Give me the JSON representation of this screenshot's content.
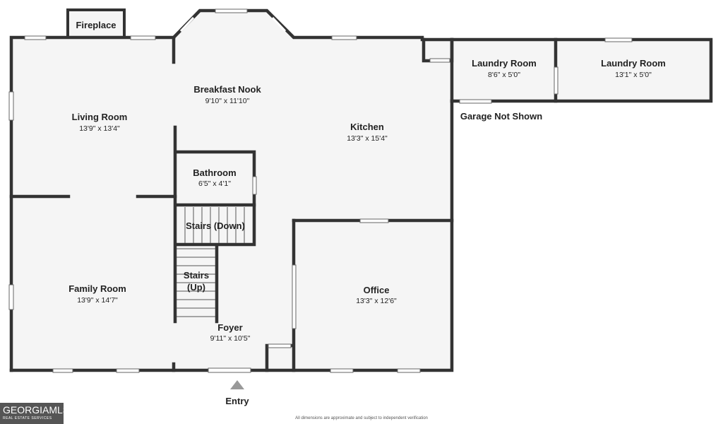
{
  "rooms": {
    "fireplace": {
      "name": "Fireplace"
    },
    "living_room": {
      "name": "Living Room",
      "dims": "13'9\" x 13'4\""
    },
    "breakfast_nook": {
      "name": "Breakfast Nook",
      "dims": "9'10\" x 11'10\""
    },
    "kitchen": {
      "name": "Kitchen",
      "dims": "13'3\" x 15'4\""
    },
    "laundry_room_1": {
      "name": "Laundry Room",
      "dims": "8'6\" x 5'0\""
    },
    "laundry_room_2": {
      "name": "Laundry Room",
      "dims": "13'1\" x 5'0\""
    },
    "bathroom": {
      "name": "Bathroom",
      "dims": "6'5\" x 4'1\""
    },
    "stairs_down": {
      "name": "Stairs (Down)"
    },
    "stairs_up": {
      "line1": "Stairs",
      "line2": "(Up)"
    },
    "family_room": {
      "name": "Family Room",
      "dims": "13'9\" x 14'7\""
    },
    "office": {
      "name": "Office",
      "dims": "13'3\" x 12'6\""
    },
    "foyer": {
      "name": "Foyer",
      "dims": "9'11\" x 10'5\""
    }
  },
  "labels": {
    "garage_note": "Garage Not Shown",
    "entry": "Entry",
    "disclaimer": "All dimensions are approximate and subject to independent verification"
  },
  "logo": {
    "main": "GEORGIAMLS",
    "sub": "REAL ESTATE SERVICES"
  },
  "colors": {
    "wall": "#333333",
    "floor": "#f5f5f5",
    "entry_arrow": "#999999",
    "logo_bg": "#555555"
  }
}
